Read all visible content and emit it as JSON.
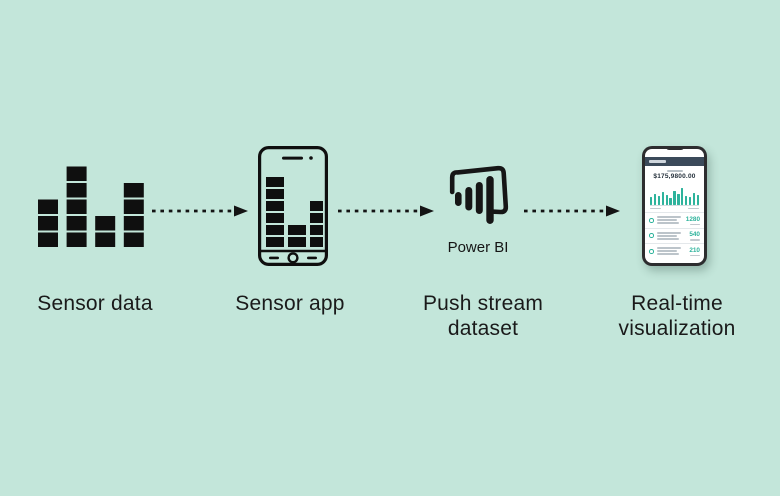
{
  "background_color": "#c3e6da",
  "ink_color": "#141414",
  "accent_teal": "#2eb39c",
  "stages": [
    {
      "label": "Sensor data",
      "icon": "sensor-data-bars-icon"
    },
    {
      "label": "Sensor app",
      "icon": "smartphone-bars-icon"
    },
    {
      "label": "Push stream dataset",
      "icon": "power-bi-icon",
      "caption": "Power BI"
    },
    {
      "label": "Real-time visualization",
      "icon": "dashboard-phone-icon"
    }
  ],
  "arrows": {
    "count": 3,
    "style": "dashed",
    "direction": "right"
  },
  "phone2": {
    "balance_value": "$175,9800.00",
    "chart": {
      "type": "bar",
      "bars": [
        8,
        11,
        9,
        13,
        10,
        7,
        14,
        11,
        17,
        9,
        8,
        12,
        10
      ]
    },
    "rows": [
      {
        "value": "1280"
      },
      {
        "value": "540"
      },
      {
        "value": "210"
      }
    ]
  }
}
